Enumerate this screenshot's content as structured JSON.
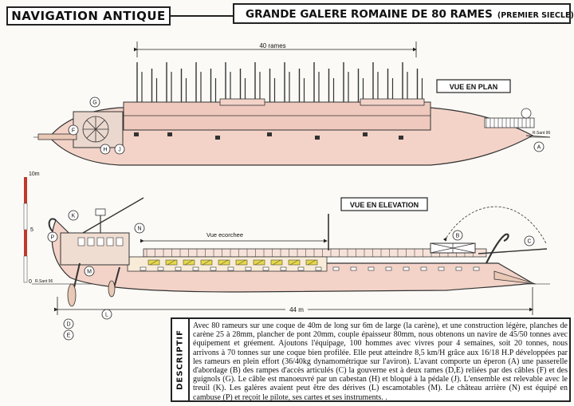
{
  "header": {
    "series_title": "NAVIGATION ANTIQUE",
    "ship_title": "GRANDE GALERE ROMAINE DE 80 RAMES",
    "period": "(PREMIER SIECLE)"
  },
  "plan_view": {
    "title": "VUE EN PLAN",
    "oars_label": "40 rames",
    "signature": "R.Sant 96",
    "callouts": [
      "G",
      "F",
      "H",
      "J",
      "A"
    ]
  },
  "elevation_view": {
    "title": "VUE EN ELEVATION",
    "cutaway_label": "Vue ecorchee",
    "length_label": "44 m",
    "signature": "R.Sant 96",
    "callouts": [
      "K",
      "N",
      "P",
      "M",
      "B",
      "C",
      "L",
      "D",
      "E"
    ]
  },
  "scale_bar": {
    "top_label": "10m",
    "mid_label": "5",
    "zero_label": "0"
  },
  "description": {
    "tab_label": "DESCRIPTIF",
    "text": "Avec 80 rameurs sur une coque de 40m de long sur 6m de large (la carène), et une construction légère, planches de carène 25 à 28mm, plancher de pont 20mm, couple épaisseur 80mm, nous obtenons un navire de 45/50 tonnes avec équipement et gréement. Ajoutons l'équipage, 100 hommes avec vivres pour 4 semaines, soit 20 tonnes, nous arrivons à 70 tonnes sur une coque bien profilée. Elle peut atteindre 8,5 km/H grâce aux 16/18 H.P développées par les rameurs en plein effort (36/40kg dynamométrique sur l'aviron). L'avant comporte un éperon (A) une passerelle d'abordage (B) des rampes d'accès articulés (C) la gouverne est à deux rames (D,E) reliées par des câbles (F) et des guignols (G). Le câble est manoeuvré par un cabestan (H) et bloqué à la pédale (J). L'ensemble est relevable avec le treuil (K). Les galères avaient peut être des dérives (L) escamotables (M). Le château arrière (N) est équipé en cambuse (P) et reçoit le pilote, ses cartes et ses instruments.  ."
  }
}
